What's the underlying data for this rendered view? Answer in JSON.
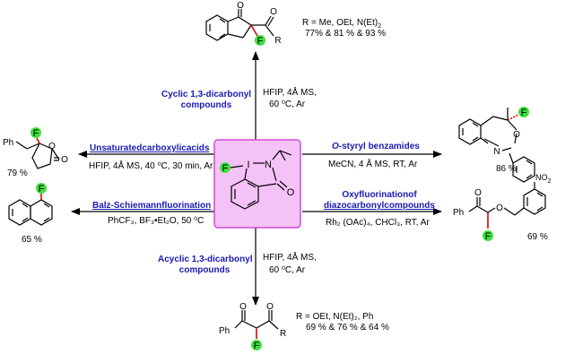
{
  "colors": {
    "arrow": "#000000",
    "reagent_box": "#f4c2f6",
    "reagent_border": "#d04ad8",
    "fluorine_green": "#3ee03e",
    "bond_red": "#e00000",
    "label_blue": "#1a1ab4"
  },
  "center": {
    "atom_F": "F",
    "atom_I": "I",
    "atom_N": "N",
    "atom_O": "O"
  },
  "top": {
    "atom_O": "O",
    "atom_F": "F",
    "atom_R": "R",
    "r_def": "R =  Me, OEt, N(Et)",
    "r_def_sub": "2",
    "yields": "77% & 81 % & 93 %",
    "reaction": "Cyclic 1,3-dicarbonyl",
    "reaction2": "compounds",
    "cond1": "HFIP, 4Å MS,",
    "cond2": "60 ⁰C, Ar"
  },
  "upper_left": {
    "atom_Ph": "Ph",
    "atom_F": "F",
    "atom_O1": "O",
    "atom_O2": "O",
    "yield": "79 %",
    "reaction": "Unsaturatedcarboxylicacids",
    "cond": "HFIP, 4Å MS, 40 ⁰C, 30 min, Ar"
  },
  "lower_left": {
    "atom_F": "F",
    "yield": "65 %",
    "reaction": "Balz-Schiemannfluorination",
    "cond": "PhCF₃, BF₃•Et₂O, 50 ⁰C"
  },
  "upper_right": {
    "atom_F": "F",
    "atom_N": "N",
    "atom_O": "O",
    "yield": "86 %",
    "reaction_prefix": "O",
    "reaction": "-styryl benzamides",
    "cond": "MeCN, 4 Å MS, RT,  Ar"
  },
  "lower_right": {
    "atom_Ph": "Ph",
    "atom_O1": "O",
    "atom_O2": "O",
    "atom_F": "F",
    "atom_NO2": "NO",
    "atom_NO2_sub": "2",
    "yield": "69 %",
    "reaction": "Oxyfluorinationof",
    "reaction2": "diazocarbonylcompounds",
    "cond": "Rh₂ (OAc)₄, CHCl₃, RT,  Ar"
  },
  "bottom": {
    "atom_O1": "O",
    "atom_O2": "O",
    "atom_Ph": "Ph",
    "atom_R": "R",
    "atom_F": "F",
    "r_def": "R =  OEt, N(Et)₂, Ph",
    "yields": "69 % & 76 % & 64 %",
    "reaction": "Acyclic 1,3-dicarbonyl",
    "reaction2": "compounds",
    "cond1": "HFIP, 4Å MS,",
    "cond2": "60 ⁰C, Ar"
  }
}
